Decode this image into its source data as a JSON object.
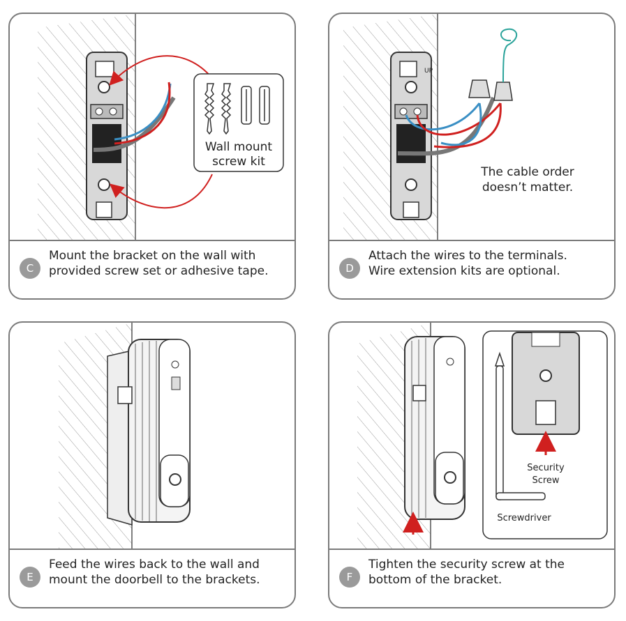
{
  "steps": [
    {
      "letter": "C",
      "lines": [
        "Mount the bracket on the wall with",
        "provided screw set or adhesive tape."
      ],
      "callout": [
        "Wall mount",
        "screw kit"
      ]
    },
    {
      "letter": "D",
      "lines": [
        "Attach the wires to the terminals.",
        "Wire extension kits are optional."
      ],
      "callout": [
        "The cable order",
        "doesn’t matter."
      ],
      "bracket_mark": "UP"
    },
    {
      "letter": "E",
      "lines": [
        "Feed the wires back to the wall and",
        "mount the doorbell to the brackets."
      ]
    },
    {
      "letter": "F",
      "lines": [
        "Tighten the security screw at the",
        "bottom of the bracket."
      ],
      "labels": {
        "screw": [
          "Security",
          "Screw"
        ],
        "tool": "Screwdriver"
      }
    }
  ],
  "colors": {
    "arrow": "#d0201f",
    "wire_red": "#d0201f",
    "wire_blue": "#3a8fc4",
    "wire_teal": "#2aa39a",
    "badge": "#9a9a9a",
    "frame": "#7a7a7a"
  }
}
